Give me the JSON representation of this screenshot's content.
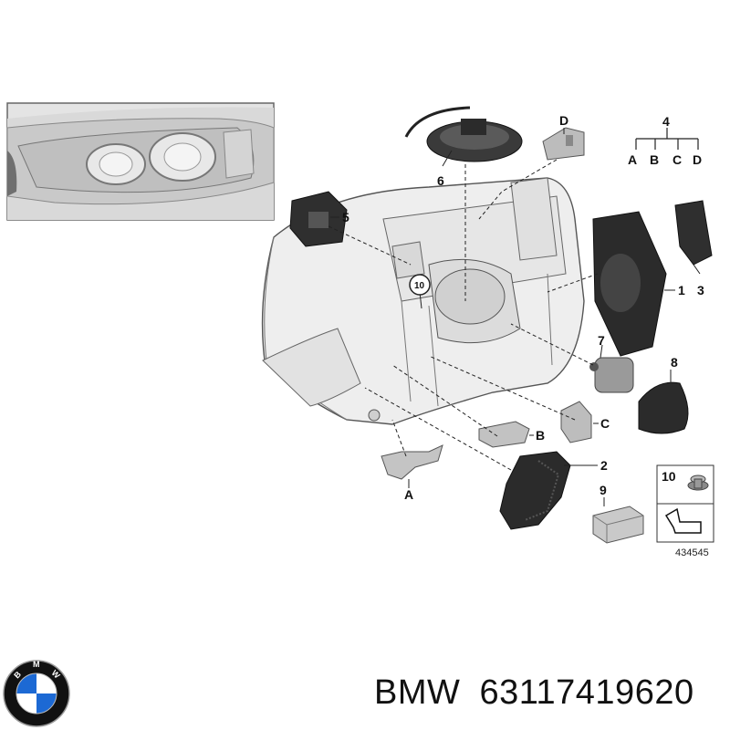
{
  "diagram": {
    "callouts": {
      "p1": "1",
      "p2": "2",
      "p3": "3",
      "p4": "4",
      "p5": "5",
      "p6": "6",
      "p7": "7",
      "p8": "8",
      "p9": "9",
      "p10": "10",
      "pA": "A",
      "pB": "B",
      "pC": "C",
      "pD": "D"
    },
    "tree4": [
      "A",
      "B",
      "C",
      "D"
    ],
    "legend_number": "10",
    "diagram_id": "434545"
  },
  "brand": {
    "name": "BMW",
    "part_number": "63117419620",
    "logo_letters": "BMW"
  },
  "colors": {
    "logo_blue": "#1c69d4",
    "outline": "#555555",
    "housing_fill": "#eeeeee",
    "dark_part": "#2b2b2b"
  }
}
